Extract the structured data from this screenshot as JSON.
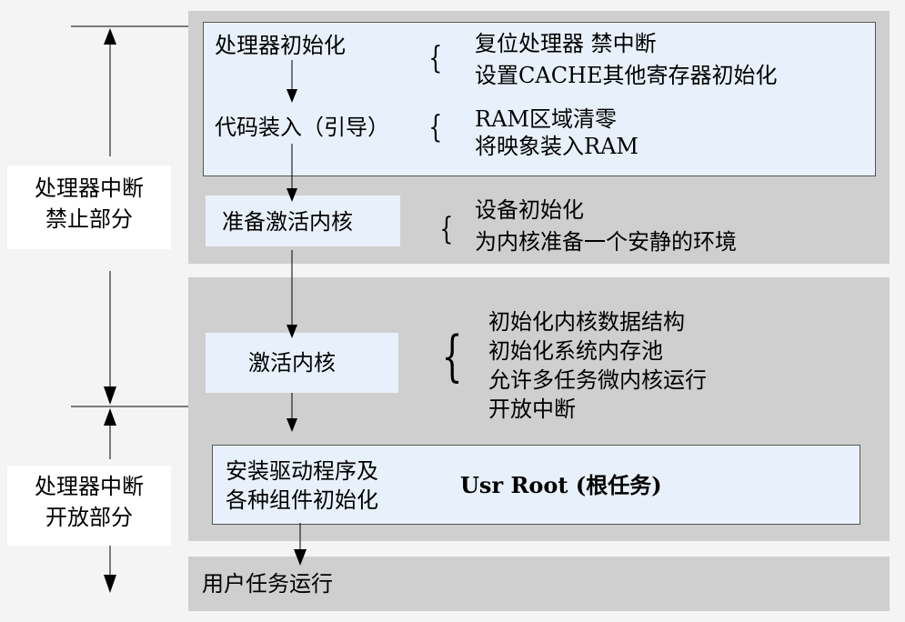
{
  "left_labels": {
    "disabled": [
      "处理器中断",
      "禁止部分"
    ],
    "enabled": [
      "处理器中断",
      "开放部分"
    ]
  },
  "section1": {
    "init_label": "处理器初始化",
    "init_items": [
      "复位处理器 禁中断",
      "设置CACHE其他寄存器初始化"
    ],
    "load_label": "代码装入（引导）",
    "load_items": [
      "RAM区域清零",
      "将映象装入RAM"
    ],
    "prepare_label": "准备激活内核",
    "prepare_items": [
      "设备初始化",
      "为内核准备一个安静的环境"
    ]
  },
  "section2": {
    "activate_label": "激活内核",
    "activate_items": [
      "初始化内核数据结构",
      "初始化系统内存池",
      "允许多任务微内核运行",
      "开放中断"
    ],
    "drivers_label": [
      "安装驱动程序及",
      "各种组件初始化"
    ],
    "usr_root": "Usr Root (根任务)"
  },
  "section3": {
    "user_task": "用户任务运行"
  }
}
